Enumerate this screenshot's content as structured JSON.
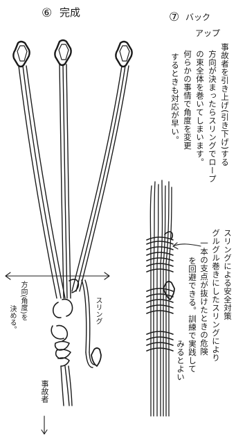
{
  "left_panel": {
    "step_number": "⑥",
    "title": "完成",
    "direction_label": "方向(角度)を",
    "direction_label_2": "決める。",
    "sling_label": "スリング",
    "victim_label": "事故者"
  },
  "right_panel": {
    "step_number": "⑦",
    "title_line1": "バック",
    "title_line2": "アップ",
    "text_columns_top": [
      "事故者を引き上げ(引き下げ)する",
      "方向が決まったらスリングでロープ",
      "の束全体を巻いてしまいます。",
      "何らかの事情で角度を変更",
      "するときも対応が早い。"
    ],
    "text_columns_bottom": [
      "スリングによる安全対策",
      "グルグル巻きにしたスリングにより",
      "一本の支点が抜けたときの危険",
      "を回避できる。訓練で実践して",
      "みるとよい"
    ]
  }
}
